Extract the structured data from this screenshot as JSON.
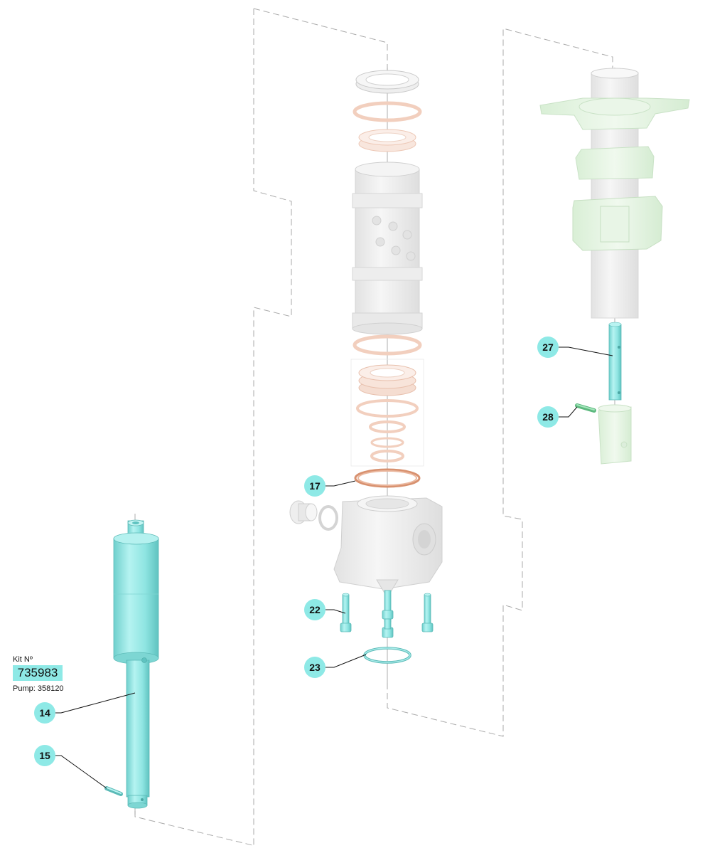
{
  "kit": {
    "label": "Kit Nº",
    "number": "735983",
    "pump": "Pump: 358120"
  },
  "callouts": [
    {
      "id": "14",
      "label": "14"
    },
    {
      "id": "15",
      "label": "15"
    },
    {
      "id": "17",
      "label": "17"
    },
    {
      "id": "22",
      "label": "22"
    },
    {
      "id": "23",
      "label": "23"
    },
    {
      "id": "27",
      "label": "27"
    },
    {
      "id": "28",
      "label": "28"
    }
  ],
  "colors": {
    "callout_fill": "#8ee9e6",
    "highlight_part": "#8fe5e2",
    "ghost_part": "#ececec",
    "ghost_seal": "#f7e1d6",
    "highlight_seal": "#e8a98a",
    "ghost_green": "#e3f3e1",
    "pin_green": "#7fd39a"
  }
}
